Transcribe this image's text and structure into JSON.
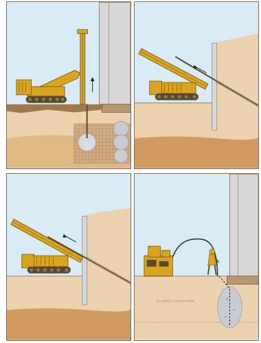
{
  "panels": [
    {
      "id": "vertical-jet-grouting",
      "step": 1
    },
    {
      "id": "inclined-drilling",
      "step": 2
    },
    {
      "id": "inclined-drilling-with-wall-casing",
      "step": 3
    },
    {
      "id": "excavation-with-grout-line",
      "step": 4,
      "caption": "PLANNED EXCAVATION"
    }
  ],
  "colors": {
    "sky": "#d9ecf6",
    "soil_top": "#a0784e",
    "soil_mid": "#ecd2ae",
    "soil_deep": "#d09a60",
    "wall": "#d8d8d8",
    "equipment": "#d9a520",
    "equipment_dark": "#5a4a2a",
    "grout_column": "#c8ccd2",
    "footing": "#b89870"
  }
}
